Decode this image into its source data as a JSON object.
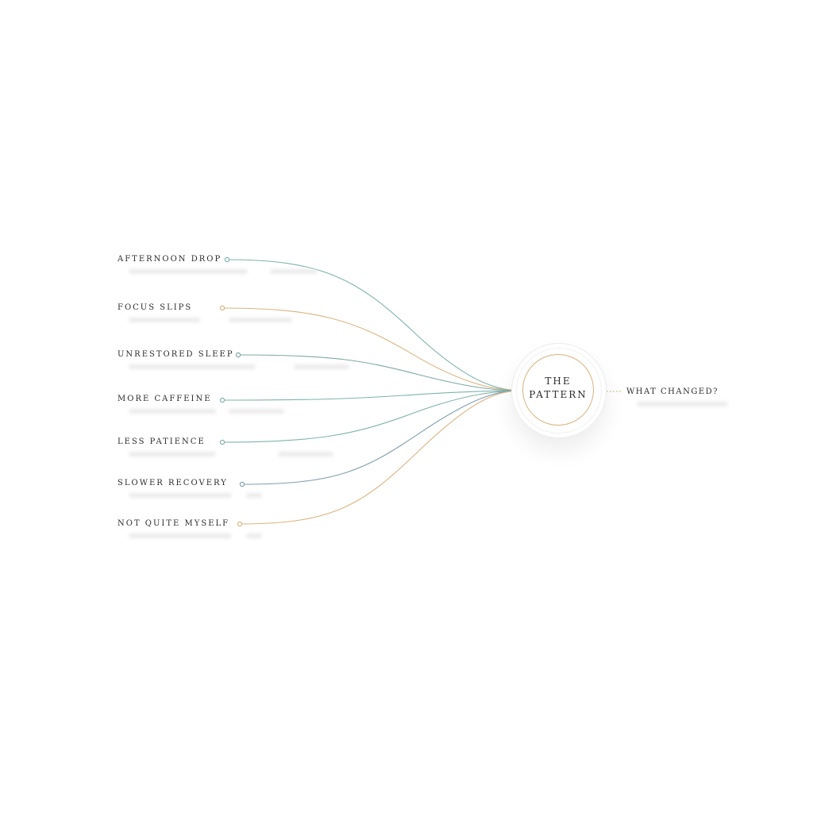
{
  "hub": {
    "line1": "THE",
    "line2": "PATTERN"
  },
  "outcome": {
    "label": "WHAT CHANGED?"
  },
  "symptoms": [
    {
      "label": "AFTERNOON DROP",
      "color": "#7fb3ae"
    },
    {
      "label": "FOCUS SLIPS",
      "color": "#dcb47f"
    },
    {
      "label": "UNRESTORED SLEEP",
      "color": "#7fa8a6"
    },
    {
      "label": "MORE CAFFEINE",
      "color": "#7fb3ae"
    },
    {
      "label": "LESS PATIENCE",
      "color": "#7fb3ae"
    },
    {
      "label": "SLOWER RECOVERY",
      "color": "#7f9fae"
    },
    {
      "label": "NOT QUITE MYSELF",
      "color": "#dcb47f"
    }
  ],
  "colors": {
    "teal": "#7fb3ae",
    "gold": "#d8b37e",
    "text": "#2c2c2c"
  }
}
